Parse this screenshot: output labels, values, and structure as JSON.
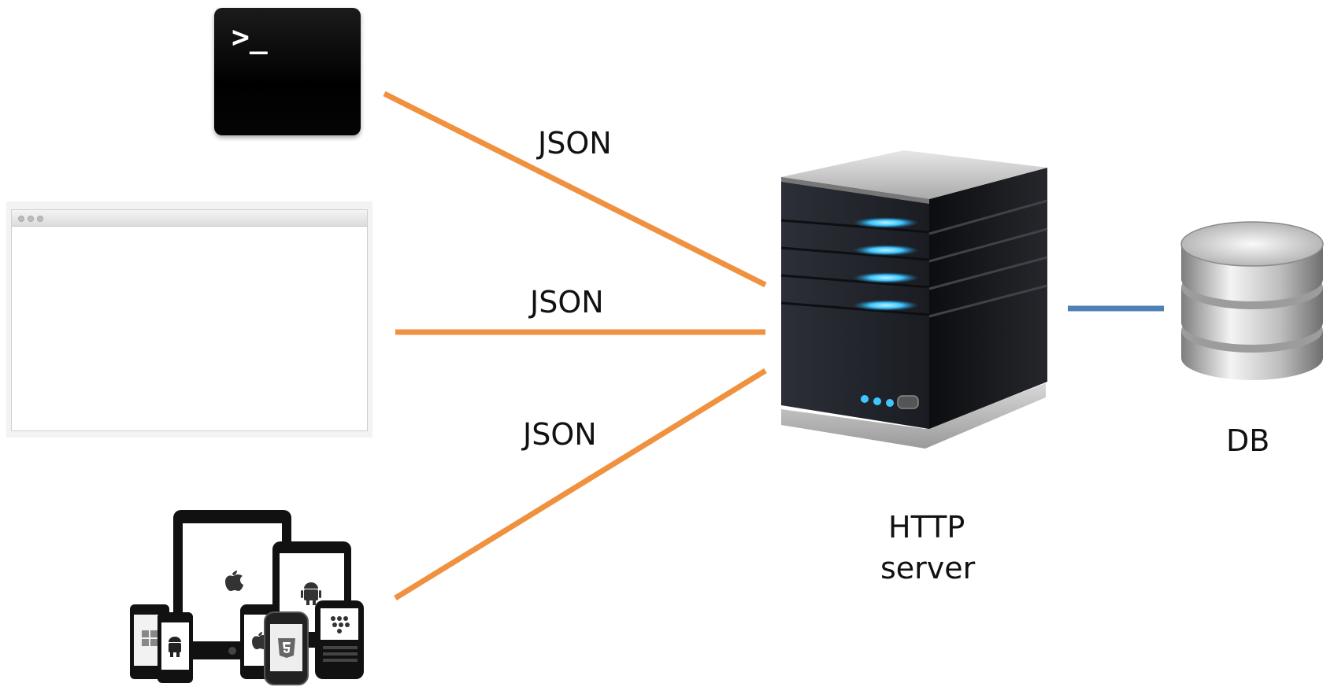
{
  "nodes": {
    "terminal": {
      "prompt": ">_"
    },
    "server": {
      "label_line1": "HTTP",
      "label_line2": "server"
    },
    "database": {
      "label": "DB"
    }
  },
  "edges": [
    {
      "from": "terminal",
      "to": "server",
      "label": "JSON",
      "color": "#f0913f"
    },
    {
      "from": "browser",
      "to": "server",
      "label": "JSON",
      "color": "#f0913f"
    },
    {
      "from": "mobile-devices",
      "to": "server",
      "label": "JSON",
      "color": "#f0913f"
    },
    {
      "from": "server",
      "to": "database",
      "label": "",
      "color": "#4e7fb5"
    }
  ],
  "icons": [
    "terminal-icon",
    "browser-window-icon",
    "mobile-devices-icon",
    "server-icon",
    "database-icon",
    "apple-icon",
    "android-icon",
    "windows-icon",
    "html5-icon",
    "blackberry-icon"
  ]
}
